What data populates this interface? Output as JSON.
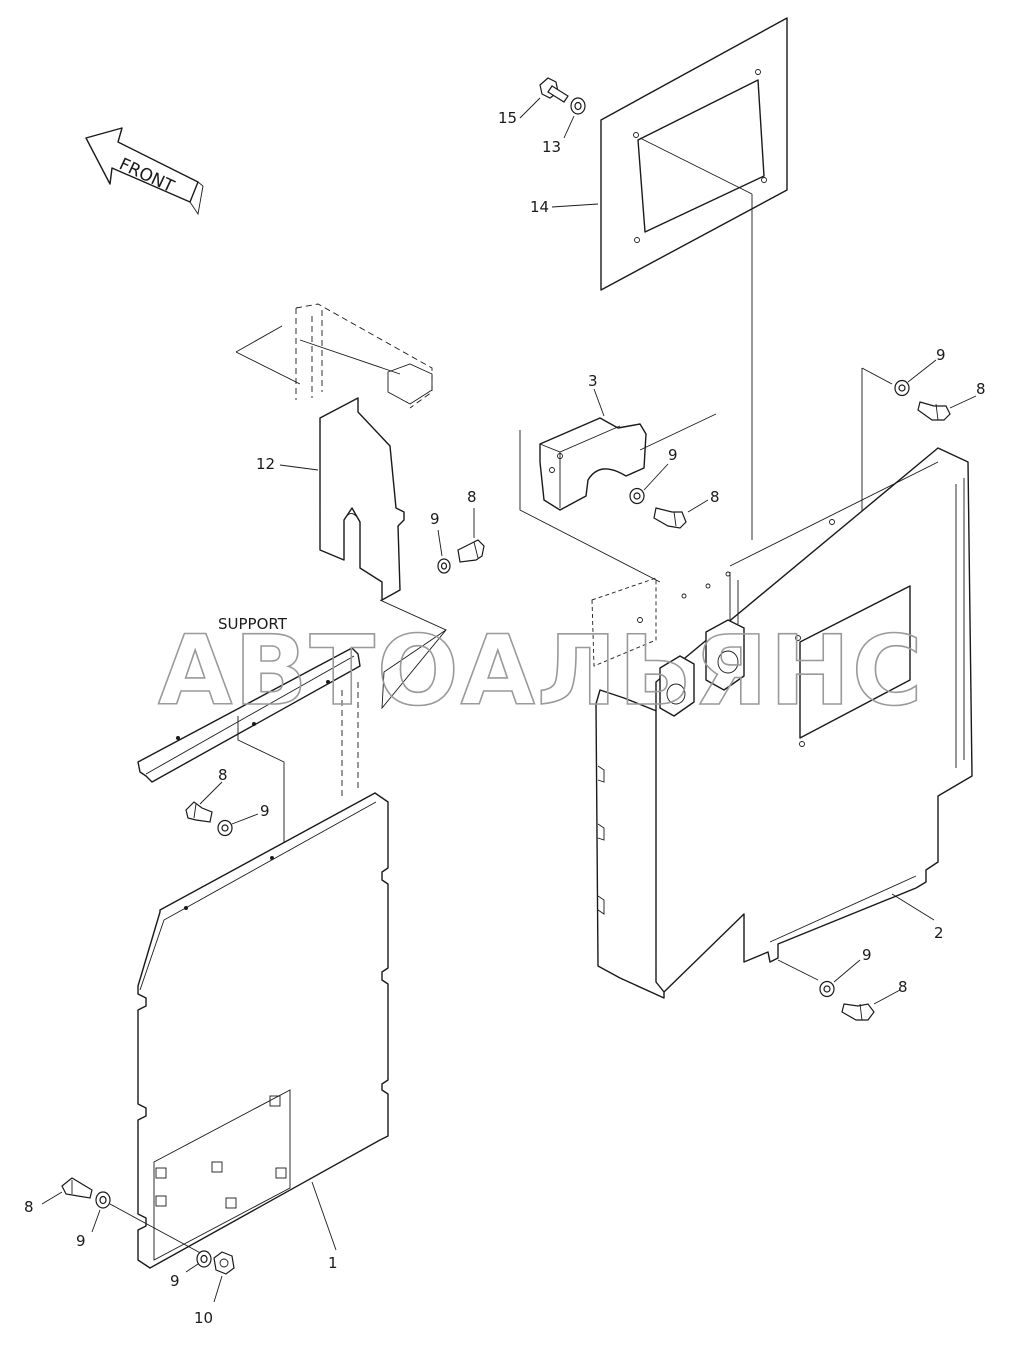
{
  "diagram": {
    "front_label": "FRONT",
    "support_label": "SUPPORT",
    "watermark": "АВТОАЛЬЯНС",
    "callouts": {
      "c1": "1",
      "c2": "2",
      "c3": "3",
      "c8a": "8",
      "c8b": "8",
      "c8c": "8",
      "c8d": "8",
      "c8e": "8",
      "c8f": "8",
      "c9a": "9",
      "c9b": "9",
      "c9c": "9",
      "c9d": "9",
      "c9e": "9",
      "c9f": "9",
      "c9g": "9",
      "c10": "10",
      "c12": "12",
      "c13": "13",
      "c14": "14",
      "c15": "15"
    }
  }
}
